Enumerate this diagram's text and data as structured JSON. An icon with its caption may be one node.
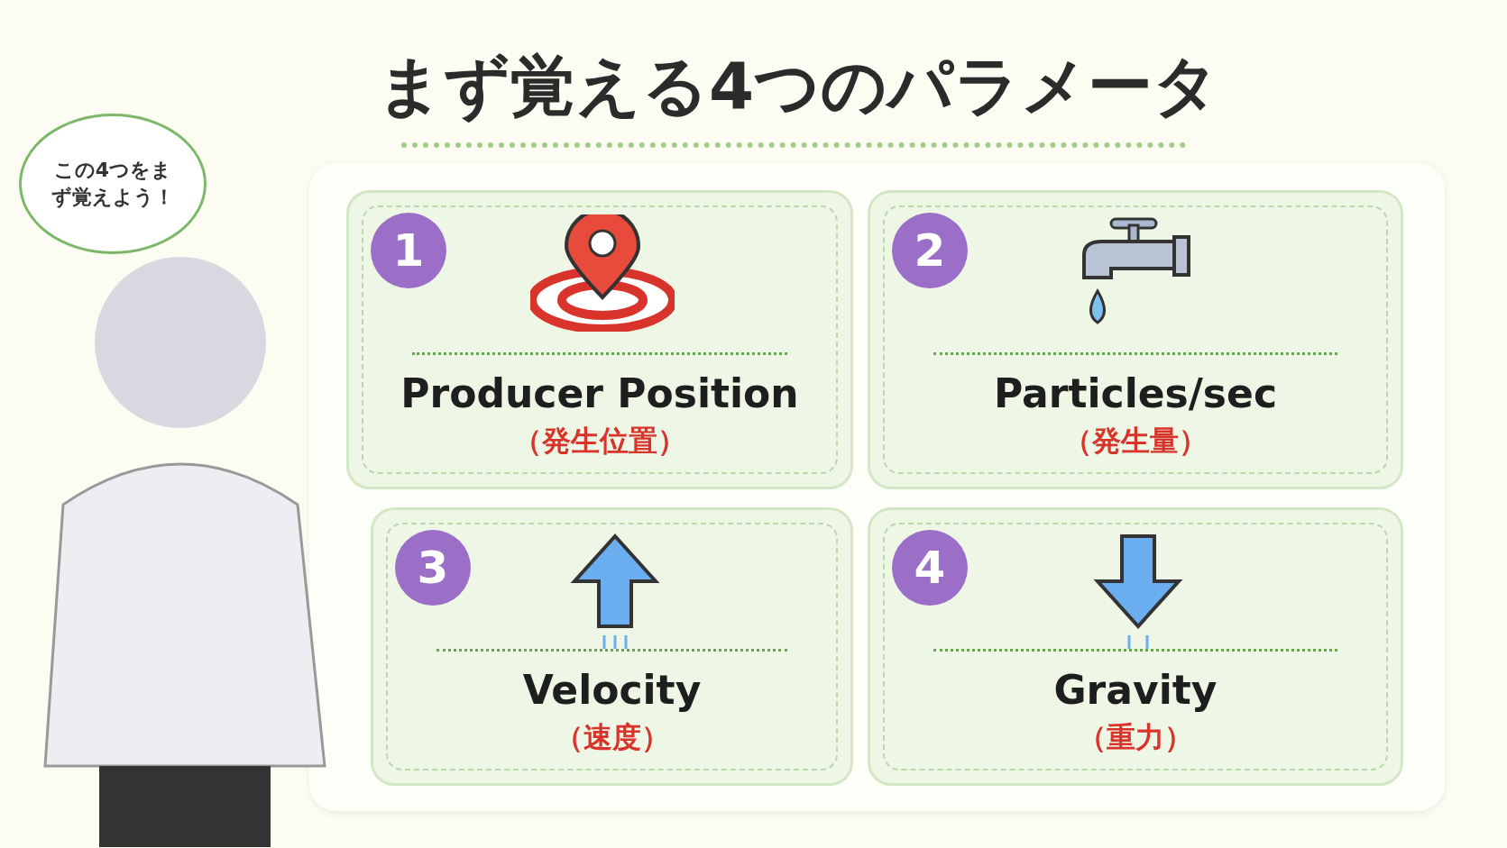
{
  "diagram": {
    "title": "まず覚える4つのパラメータ",
    "nodes": [
      {
        "text": [
          "この4つをまず覚えよう！"
        ]
      },
      {
        "text": [
          "Producer Position",
          "（発生位置）"
        ]
      },
      {
        "text": [
          "1"
        ],
        "in": 1
      },
      {
        "text": [
          "Particles/sec",
          "（発生量）"
        ]
      },
      {
        "text": [
          "2"
        ],
        "in": 3
      },
      {
        "text": [
          "Velocity",
          "（速度）"
        ]
      },
      {
        "text": [
          "3"
        ],
        "in": 5
      },
      {
        "text": [
          "Gravity",
          "（重力）"
        ]
      },
      {
        "text": [
          "4"
        ],
        "in": 7
      }
    ]
  }
}
